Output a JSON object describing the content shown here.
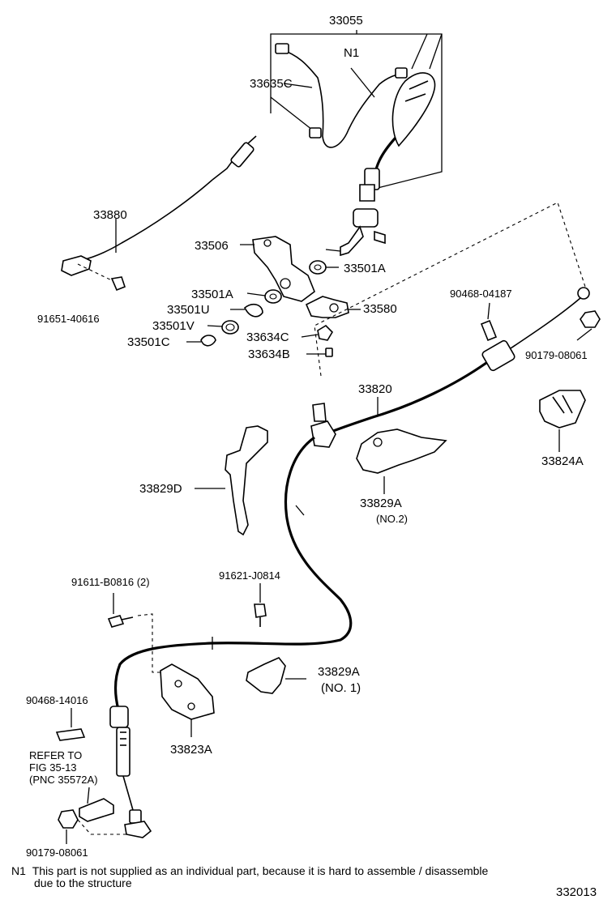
{
  "labels": {
    "p33055": "33055",
    "n1_marker": "N1",
    "p33635c": "33635C",
    "p33880": "33880",
    "p33506": "33506",
    "p33501a_top": "33501A",
    "p33501a_mid": "33501A",
    "p33501u": "33501U",
    "p33501v": "33501V",
    "p33501c": "33501C",
    "p33580": "33580",
    "p33634c": "33634C",
    "p33634b": "33634B",
    "p91651": "91651-40616",
    "p90468_04187": "90468-04187",
    "p90179_top": "90179-08061",
    "p33820": "33820",
    "p33824a": "33824A",
    "p33829d": "33829D",
    "p33829a_no2": "33829A",
    "p33829a_no2_sub": "(NO.2)",
    "p91611": "91611-B0816 (2)",
    "p91621": "91621-J0814",
    "p33829a_no1": "33829A",
    "p33829a_no1_sub": "(NO. 1)",
    "p90468_14016": "90468-14016",
    "refer_line1": "REFER TO",
    "refer_line2": "FIG 35-13",
    "refer_line3": "(PNC 35572A)",
    "p33823a": "33823A",
    "p90179_bottom": "90179-08061"
  },
  "footnote": {
    "marker": "N1",
    "line1": "This part is not supplied as an individual part, because it is hard to assemble / disassemble",
    "line2": "due to the structure"
  },
  "figure_id": "332013"
}
